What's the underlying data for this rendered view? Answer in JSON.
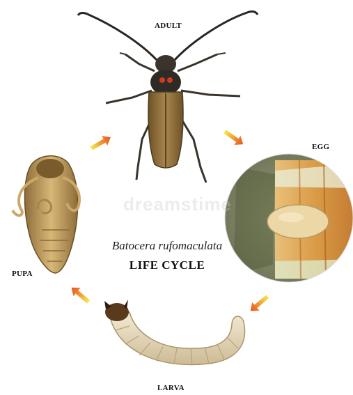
{
  "stages": {
    "adult": "ADULT",
    "egg": "EGG",
    "larva": "LARVA",
    "pupa": "PUPA"
  },
  "title": {
    "species": "Batocera rufomaculata",
    "main": "LIFE CYCLE"
  },
  "watermark": "dreamstime",
  "colors": {
    "arrow_start": "#f7e84a",
    "arrow_end": "#e8501e",
    "beetle_body": "#8a6a3a",
    "larva_body": "#e8dcc0",
    "pupa_body": "#c9a86a"
  }
}
